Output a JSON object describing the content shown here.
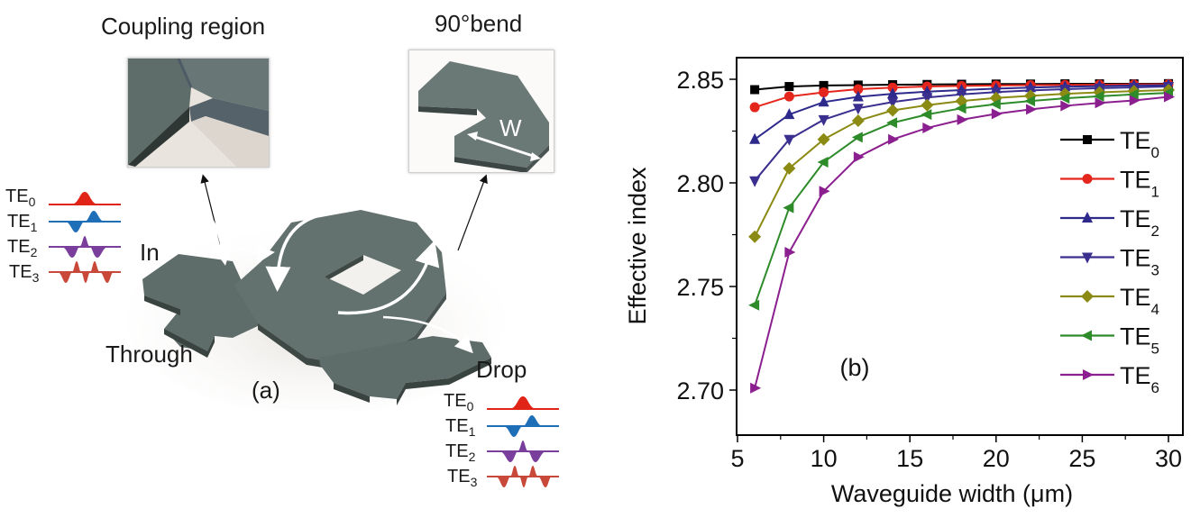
{
  "panel_a": {
    "label": "(a)",
    "inset_left_title": "Coupling region",
    "inset_right_title": "90°bend",
    "width_symbol": "W",
    "port_in": "In",
    "port_through": "Through",
    "port_drop": "Drop",
    "input_modes": [
      {
        "name": "TE",
        "sub": "0",
        "color": "#e02418"
      },
      {
        "name": "TE",
        "sub": "1",
        "color": "#1f6fb8"
      },
      {
        "name": "TE",
        "sub": "2",
        "color": "#7a3f9d"
      },
      {
        "name": "TE",
        "sub": "3",
        "color": "#c8483a"
      }
    ],
    "drop_modes": [
      {
        "name": "TE",
        "sub": "0",
        "color": "#e02418"
      },
      {
        "name": "TE",
        "sub": "1",
        "color": "#1f6fb8"
      },
      {
        "name": "TE",
        "sub": "2",
        "color": "#7a3f9d"
      },
      {
        "name": "TE",
        "sub": "3",
        "color": "#c8483a"
      }
    ],
    "device_color": "#5f6e6c"
  },
  "panel_b": {
    "label": "(b)"
  },
  "chart_data": {
    "type": "line",
    "title": "",
    "panel_label": "(b)",
    "xlabel": "Waveguide width (μm)",
    "ylabel": "Effective index",
    "xlim": [
      5,
      31
    ],
    "ylim": [
      2.68,
      2.86
    ],
    "xticks": [
      5,
      10,
      15,
      20,
      25,
      30
    ],
    "yticks": [
      2.7,
      2.75,
      2.8,
      2.85
    ],
    "ytick_labels": [
      "2.70",
      "2.75",
      "2.80",
      "2.85"
    ],
    "grid": false,
    "legend_position": "right-inside",
    "x": [
      6,
      8,
      10,
      12,
      14,
      16,
      18,
      20,
      22,
      24,
      26,
      28,
      30
    ],
    "series": [
      {
        "name": "TE0",
        "sub": "0",
        "color": "#000000",
        "marker": "square",
        "values": [
          2.845,
          2.8465,
          2.847,
          2.8472,
          2.8474,
          2.8475,
          2.8476,
          2.8477,
          2.8477,
          2.8478,
          2.8478,
          2.8478,
          2.8479
        ]
      },
      {
        "name": "TE1",
        "sub": "1",
        "color": "#e4261c",
        "marker": "circle",
        "values": [
          2.8365,
          2.8417,
          2.8437,
          2.8452,
          2.846,
          2.8465,
          2.8468,
          2.847,
          2.8472,
          2.8473,
          2.8474,
          2.8475,
          2.8476
        ]
      },
      {
        "name": "TE2",
        "sub": "2",
        "color": "#2e2a8c",
        "marker": "triangle-up",
        "values": [
          2.821,
          2.833,
          2.839,
          2.8415,
          2.843,
          2.844,
          2.8448,
          2.8455,
          2.846,
          2.8464,
          2.8467,
          2.847,
          2.8472
        ]
      },
      {
        "name": "TE3",
        "sub": "3",
        "color": "#3a2e8f",
        "marker": "triangle-down",
        "values": [
          2.801,
          2.821,
          2.8305,
          2.836,
          2.839,
          2.8412,
          2.8427,
          2.8438,
          2.8446,
          2.8452,
          2.8457,
          2.8461,
          2.8465
        ]
      },
      {
        "name": "TE4",
        "sub": "4",
        "color": "#8b8a12",
        "marker": "diamond",
        "values": [
          2.774,
          2.807,
          2.821,
          2.83,
          2.835,
          2.8375,
          2.8395,
          2.841,
          2.842,
          2.843,
          2.8437,
          2.8443,
          2.8448
        ]
      },
      {
        "name": "TE5",
        "sub": "5",
        "color": "#2e8b2a",
        "marker": "triangle-left",
        "values": [
          2.741,
          2.788,
          2.81,
          2.822,
          2.829,
          2.833,
          2.836,
          2.838,
          2.8395,
          2.8408,
          2.8418,
          2.8427,
          2.8434
        ]
      },
      {
        "name": "TE6",
        "sub": "6",
        "color": "#8b1f8f",
        "marker": "triangle-right",
        "values": [
          2.701,
          2.7665,
          2.796,
          2.8125,
          2.821,
          2.8265,
          2.8305,
          2.8333,
          2.8355,
          2.8372,
          2.8386,
          2.8398,
          2.8415
        ]
      }
    ]
  }
}
